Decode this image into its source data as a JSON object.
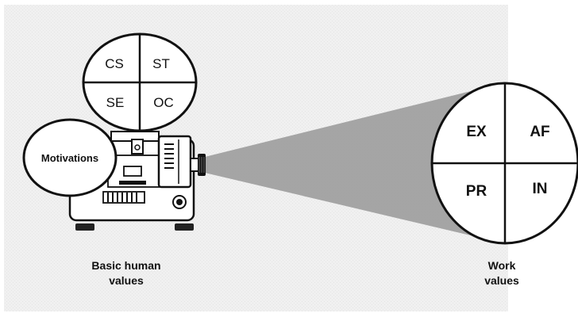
{
  "diagram": {
    "basic_quadrants": {
      "top_left": "CS",
      "top_right": "ST",
      "bottom_left": "SE",
      "bottom_right": "OC"
    },
    "motivations_label": "Motivations",
    "work_quadrants": {
      "top_left": "EX",
      "top_right": "AF",
      "bottom_left": "PR",
      "bottom_right": "IN"
    },
    "caption_basic": {
      "line1": "Basic human",
      "line2": "values"
    },
    "caption_work": {
      "line1": "Work",
      "line2": "values"
    }
  }
}
